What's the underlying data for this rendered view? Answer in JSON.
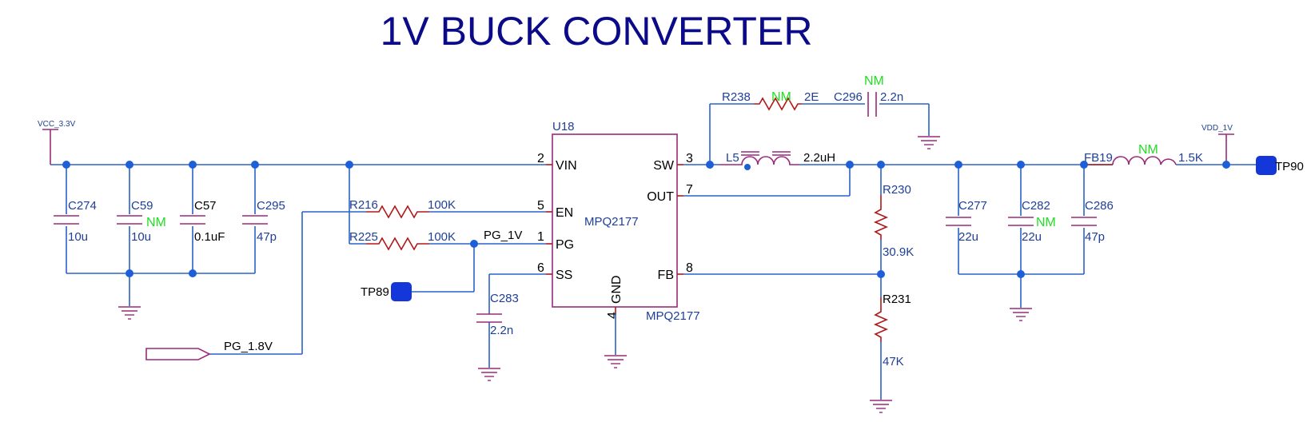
{
  "title": "1V BUCK CONVERTER",
  "ic": {
    "ref": "U18",
    "value": "MPQ2177",
    "value_below": "MPQ2177",
    "pins": {
      "vin": {
        "name": "VIN",
        "num": "2"
      },
      "en": {
        "name": "EN",
        "num": "5"
      },
      "pg": {
        "name": "PG",
        "num": "1"
      },
      "ss": {
        "name": "SS",
        "num": "6"
      },
      "sw": {
        "name": "SW",
        "num": "3"
      },
      "out": {
        "name": "OUT",
        "num": "7"
      },
      "fb": {
        "name": "FB",
        "num": "8"
      },
      "gnd": {
        "name": "GND",
        "num": "4"
      }
    }
  },
  "power": {
    "vin": "VCC_3.3V",
    "vout": "VDD_1V"
  },
  "nets": {
    "pg_1v": "PG_1V",
    "pg_18v": "PG_1.8V"
  },
  "testpoints": {
    "tp89": "TP89",
    "tp90": "TP90"
  },
  "components": {
    "c274": {
      "ref": "C274",
      "value": "10u"
    },
    "c59": {
      "ref": "C59",
      "value": "10u",
      "nm": "NM"
    },
    "c57": {
      "ref": "C57",
      "value": "0.1uF"
    },
    "c295": {
      "ref": "C295",
      "value": "47p"
    },
    "r216": {
      "ref": "R216",
      "value": "100K"
    },
    "r225": {
      "ref": "R225",
      "value": "100K"
    },
    "c283": {
      "ref": "C283",
      "value": "2.2n"
    },
    "r238": {
      "ref": "R238",
      "value": "2E",
      "nm": "NM"
    },
    "c296": {
      "ref": "C296",
      "value": "2.2n",
      "nm": "NM"
    },
    "l5": {
      "ref": "L5",
      "value": "2.2uH"
    },
    "r230": {
      "ref": "R230",
      "value": "30.9K"
    },
    "r231": {
      "ref": "R231",
      "value": "47K"
    },
    "c277": {
      "ref": "C277",
      "value": "22u"
    },
    "c282": {
      "ref": "C282",
      "value": "22u",
      "nm": "NM"
    },
    "c286": {
      "ref": "C286",
      "value": "47p"
    },
    "fb19": {
      "ref": "FB19",
      "value": "1.5K",
      "nm": "NM"
    }
  }
}
